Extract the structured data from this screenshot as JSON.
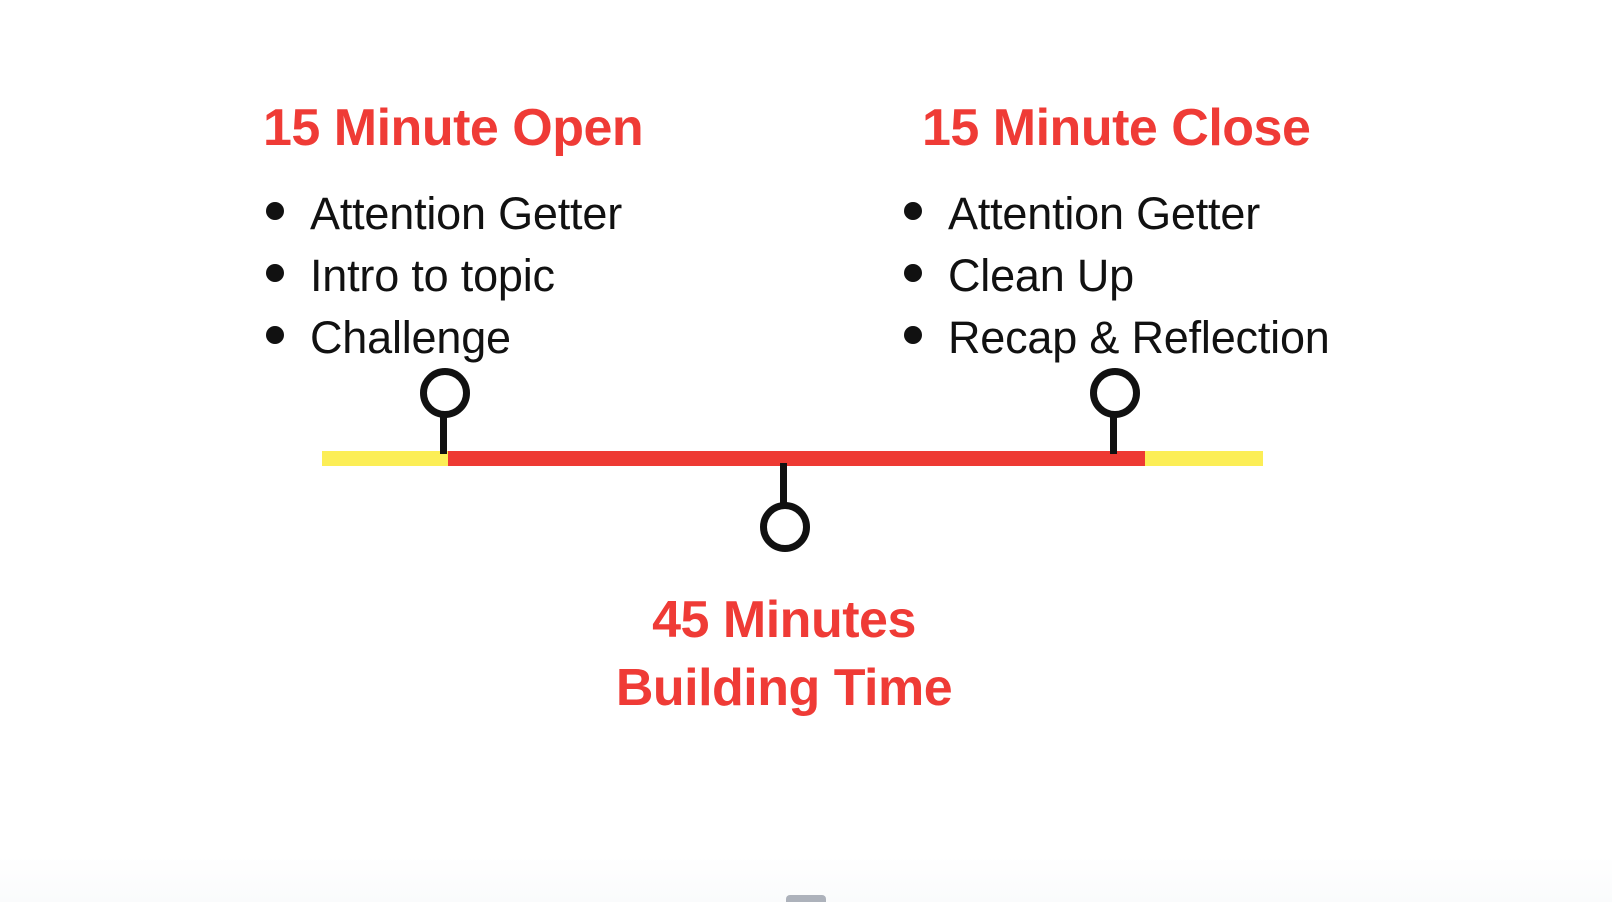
{
  "slide": {
    "background_color": "#ffffff",
    "accent_red": "#ef3b36",
    "accent_yellow": "#fcee56",
    "text_color": "#111111"
  },
  "open_section": {
    "heading": "15 Minute Open",
    "items": [
      {
        "label": "Attention Getter"
      },
      {
        "label": "Intro to topic"
      },
      {
        "label": "Challenge"
      }
    ]
  },
  "close_section": {
    "heading": "15 Minute Close",
    "items": [
      {
        "label": "Attention Getter"
      },
      {
        "label": "Clean Up"
      },
      {
        "label": "Recap & Reflection"
      }
    ]
  },
  "build_section": {
    "line1": "45 Minutes",
    "line2": "Building Time"
  },
  "timeline": {
    "segments": [
      {
        "name": "open-segment",
        "color": "#fcee56"
      },
      {
        "name": "build-segment",
        "color": "#ee3a33"
      },
      {
        "name": "close-segment",
        "color": "#fcee56"
      }
    ],
    "markers": [
      {
        "name": "open-marker",
        "position": "above"
      },
      {
        "name": "build-marker",
        "position": "below"
      },
      {
        "name": "close-marker",
        "position": "above"
      }
    ]
  }
}
